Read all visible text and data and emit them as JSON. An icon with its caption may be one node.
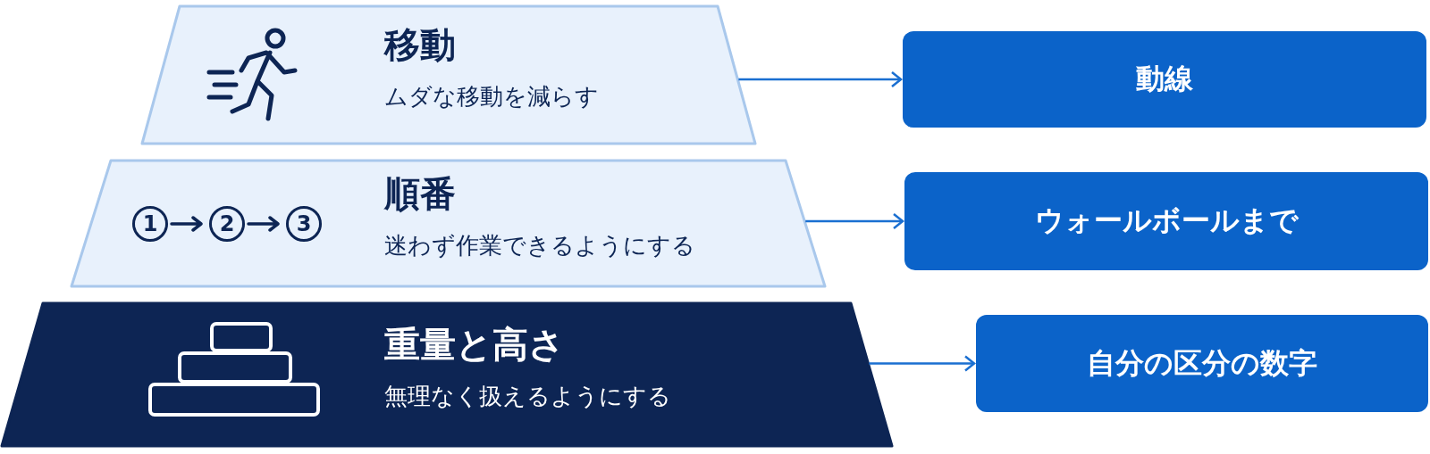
{
  "diagram": {
    "nodes": [
      {
        "text": [
          "移動",
          "ムダな移動を減らす"
        ]
      },
      {
        "text": [
          "動線"
        ]
      },
      {
        "text": [
          "順番",
          "迷わず作業できるようにする"
        ]
      },
      {
        "text": [
          "ウォールボールまで"
        ]
      },
      {
        "text": [
          "重量と高さ",
          "無理なく扱えるようにする"
        ]
      },
      {
        "text": [
          "自分の区分の数字"
        ]
      }
    ],
    "edges": [
      {
        "from": 0,
        "to": 1,
        "arrow": "to"
      },
      {
        "from": 2,
        "to": 3,
        "arrow": "to"
      },
      {
        "from": 4,
        "to": 5,
        "arrow": "to"
      }
    ],
    "labels": [
      "1",
      "2",
      "3"
    ]
  }
}
